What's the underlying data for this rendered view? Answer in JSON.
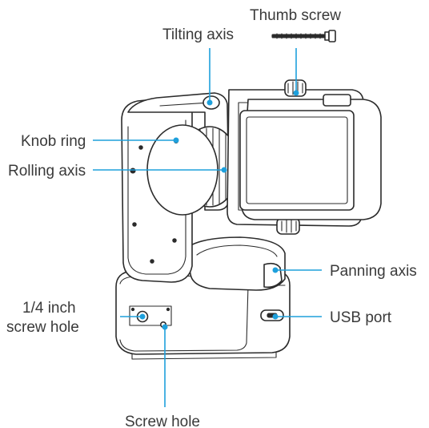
{
  "labels": {
    "thumb_screw": "Thumb screw",
    "tilting_axis": "Tilting axis",
    "knob_ring": "Knob ring",
    "rolling_axis": "Rolling axis",
    "panning_axis": "Panning axis",
    "quarter_inch_line1": "1/4 inch",
    "quarter_inch_line2": "screw hole",
    "usb_port": "USB port",
    "screw_hole": "Screw hole"
  },
  "colors": {
    "leader": "#1ea0dc",
    "outline": "#2b2b2b",
    "text": "#3a3a3a"
  }
}
